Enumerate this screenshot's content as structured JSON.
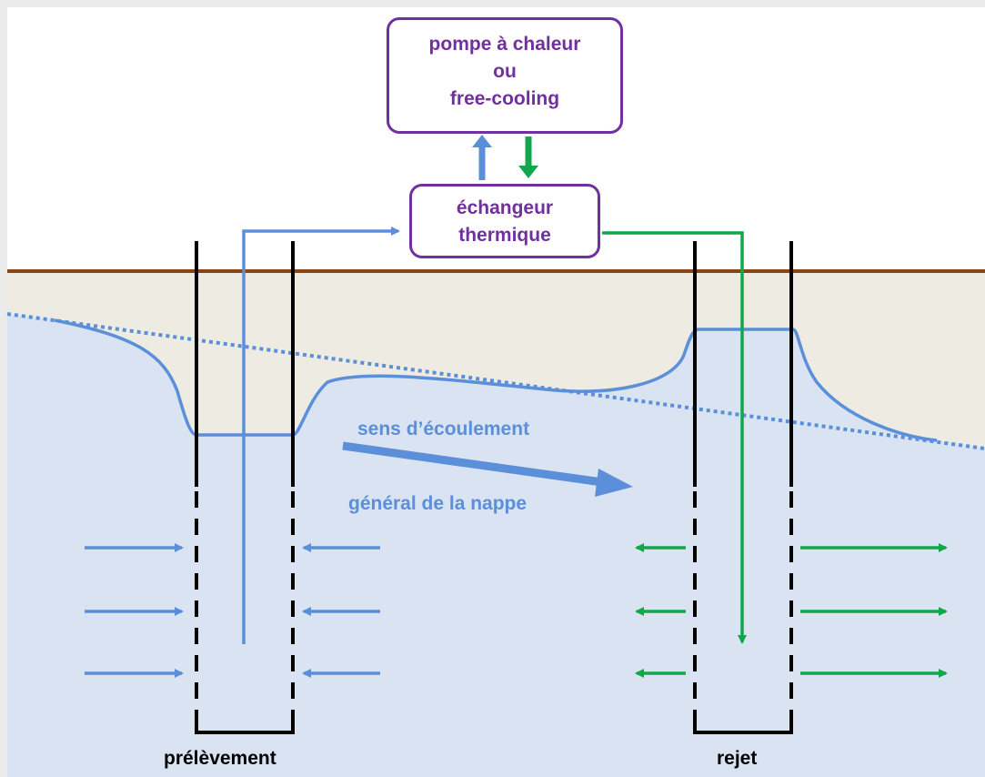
{
  "heat_pump_box": {
    "line1": "pompe à chaleur",
    "line2": "ou",
    "line3": "free-cooling"
  },
  "exchanger_box": {
    "line1": "échangeur",
    "line2": "thermique"
  },
  "flow_direction": {
    "line1": "sens d’écoulement",
    "line2": "général de la nappe"
  },
  "wells": {
    "extraction_label": "prélèvement",
    "injection_label": "rejet"
  },
  "colors": {
    "background": "#ebebeb",
    "sky": "#ffffff",
    "soil": "#eeebe3",
    "aquifer": "#d9e3f1",
    "ground_line": "#8b4513",
    "box_border": "#7030a0",
    "blue_flow": "#5b8fd9",
    "green_flow": "#11a84b",
    "casing": "#000000"
  }
}
